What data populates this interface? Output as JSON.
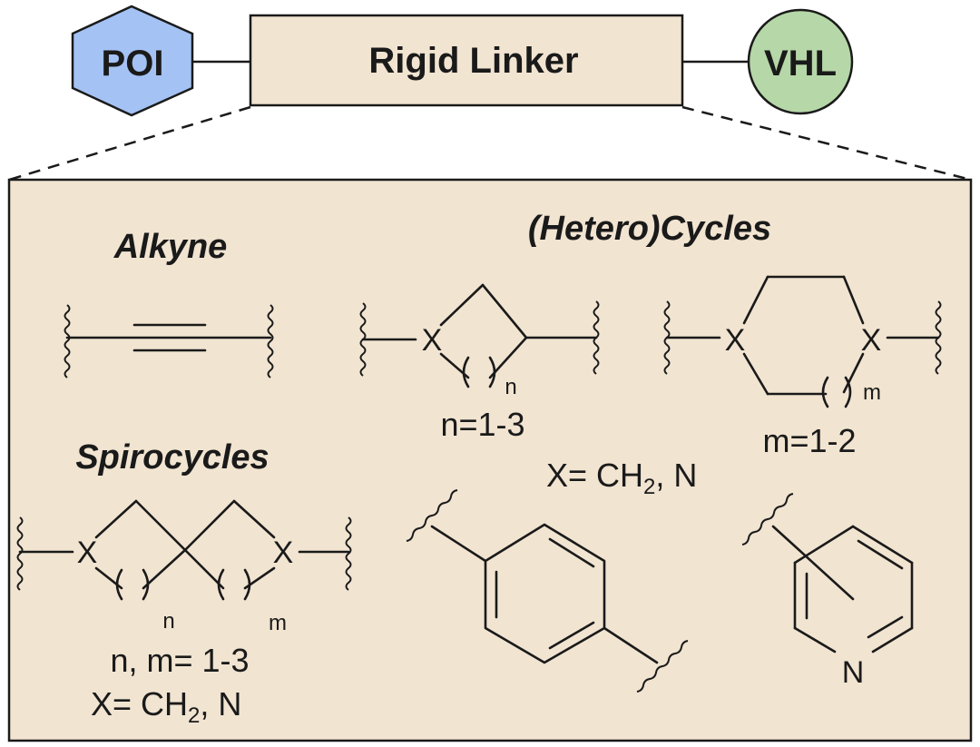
{
  "top_row": {
    "poi": {
      "label": "POI",
      "color": "#a4c2f4"
    },
    "linker": {
      "label": "Rigid Linker",
      "color": "#f1e4d1"
    },
    "vhl": {
      "label": "VHL",
      "color": "#b6d7a8"
    }
  },
  "panel": {
    "color": "#f1e4d1",
    "alkyne": {
      "title": "Alkyne"
    },
    "heterocycles": {
      "title": "(Hetero)Cycles",
      "ring1": {
        "atom": "X",
        "sub": "n",
        "range": "n=1-3"
      },
      "ring2": {
        "atom_left": "X",
        "atom_right": "X",
        "sub": "m",
        "range": "m=1-2"
      },
      "x_def_prefix": "X= CH",
      "x_def_sub": "2",
      "x_def_suffix": ", N",
      "pyridine_atom": "N"
    },
    "spirocycles": {
      "title": "Spirocycles",
      "atom_left": "X",
      "atom_right": "X",
      "sub_left": "n",
      "sub_right": "m",
      "range": "n, m= 1-3",
      "x_def_prefix": "X= CH",
      "x_def_sub": "2",
      "x_def_suffix": ", N"
    }
  }
}
